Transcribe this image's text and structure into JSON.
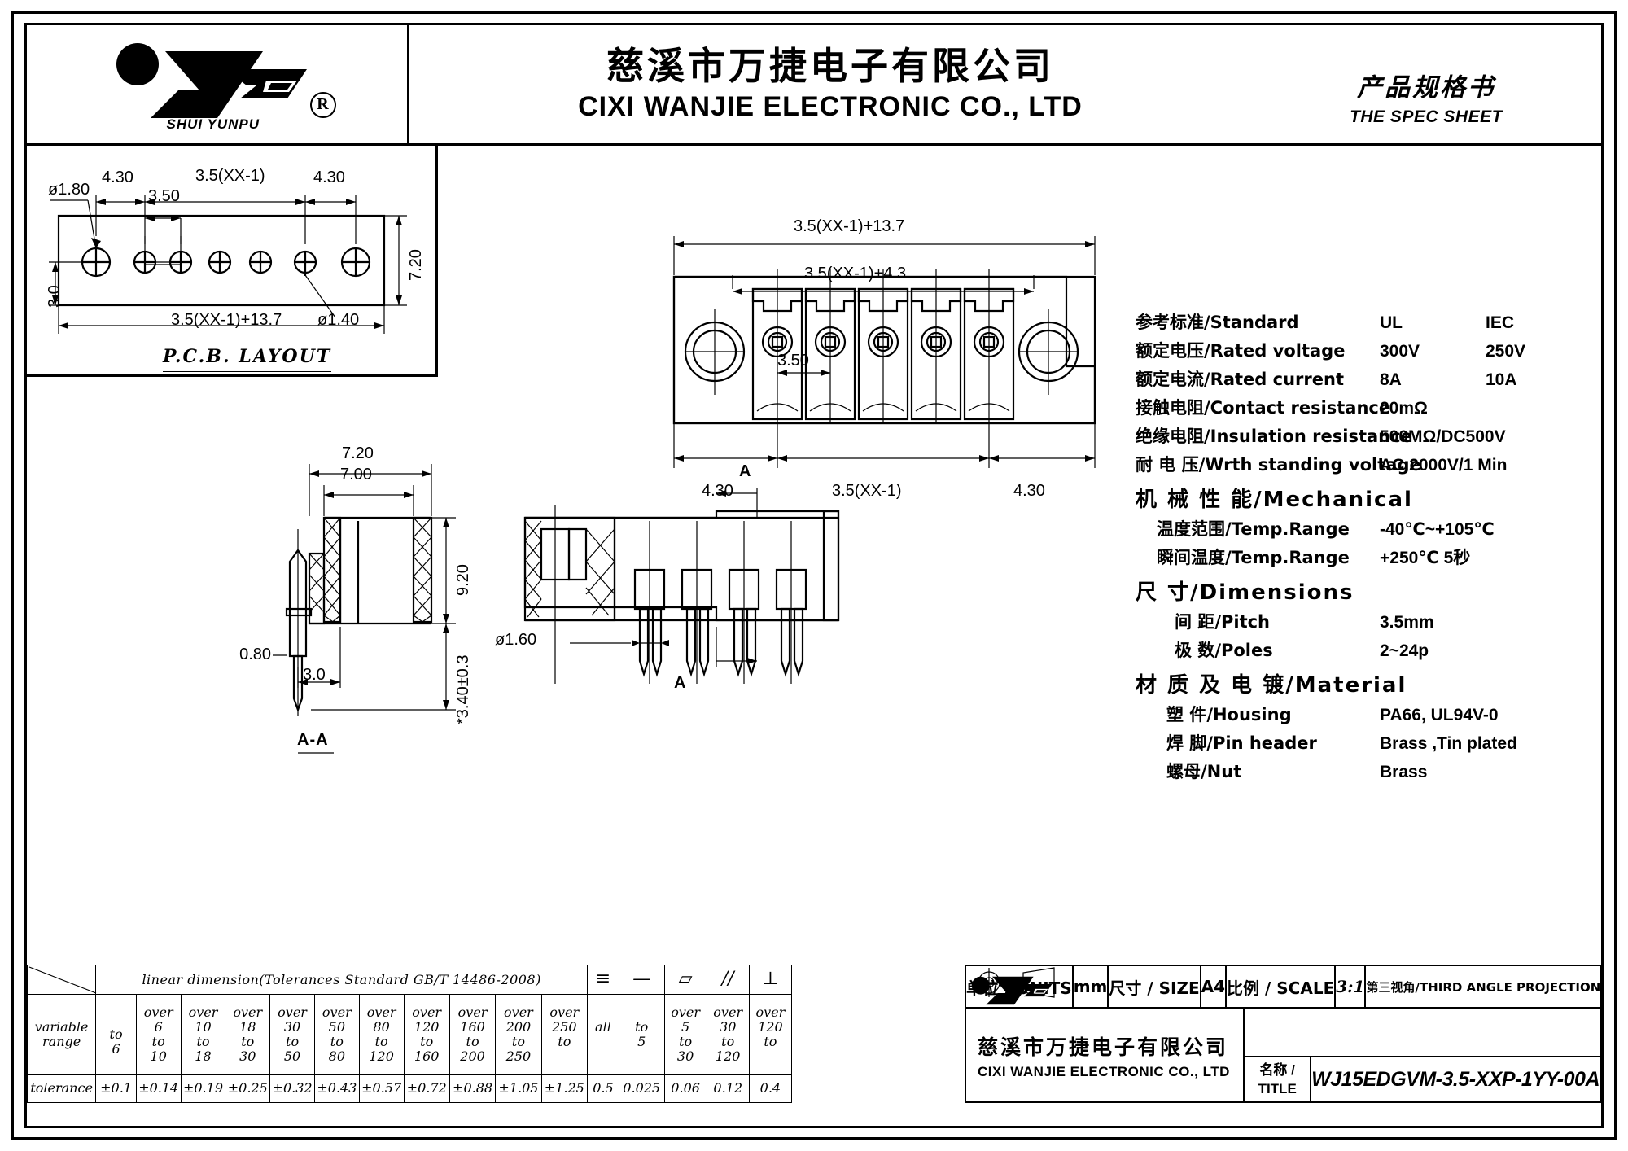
{
  "header": {
    "logo_text": "SHUI YUNPU",
    "logo_reg": "R",
    "company_cn": "慈溪市万捷电子有限公司",
    "company_en": "CIXI  WANJIE  ELECTRONIC CO., LTD",
    "doc_cn": "产品规格书",
    "doc_en": "THE SPEC SHEET"
  },
  "pcb_layout": {
    "caption": "P.C.B. LAYOUT",
    "dim_hole_large": "ø1.80",
    "dim_hole_small": "ø1.40",
    "dim_left_edge": "4.30",
    "dim_right_edge": "4.30",
    "dim_pitch": "3.50",
    "dim_span": "3.5(XX-1)",
    "dim_height": "7.20",
    "dim_row_offset": "3.0",
    "dim_total": "3.5(XX-1)+13.7"
  },
  "front_view": {
    "dim_total": "3.5(XX-1)+13.7",
    "dim_inner": "3.5(XX-1)+4.3",
    "dim_pitch": "3.50",
    "dim_left": "4.30",
    "dim_mid": "3.5(XX-1)",
    "dim_right": "4.30"
  },
  "section_view": {
    "label": "A-A",
    "dim_outer_width": "7.20",
    "dim_inner_width": "7.00",
    "dim_height": "9.20",
    "dim_pin_square": "□0.80",
    "dim_pin_offset": "3.0",
    "dim_pin_length": "*3.40±0.3"
  },
  "side_view": {
    "cut_label_top": "A",
    "cut_label_bottom": "A",
    "dim_hole": "ø1.60"
  },
  "specs": {
    "col1_header": "UL",
    "col2_header": "IEC",
    "rows": [
      {
        "label_cn": "参考标准",
        "label_en": "Standard",
        "v1": "UL",
        "v2": "IEC"
      },
      {
        "label_cn": "额定电压",
        "label_en": "Rated voltage",
        "v1": "300V",
        "v2": "250V"
      },
      {
        "label_cn": "额定电流",
        "label_en": "Rated current",
        "v1": "8A",
        "v2": "10A"
      },
      {
        "label_cn": "接触电阻",
        "label_en": "Contact resistance",
        "v1": "20mΩ",
        "v2": ""
      },
      {
        "label_cn": "绝缘电阻",
        "label_en": "Insulation resistance",
        "v1": "500MΩ/DC500V",
        "v2": ""
      },
      {
        "label_cn": "耐 电 压",
        "label_en": "Wrth standing voltage",
        "v1": "AC 2000V/1 Min",
        "v2": ""
      }
    ],
    "mechanical_heading_cn": "机 械 性 能",
    "mechanical_heading_en": "Mechanical",
    "mechanical_rows": [
      {
        "label_cn": "温度范围",
        "label_en": "Temp.Range",
        "value": "-40℃~+105℃"
      },
      {
        "label_cn": "瞬间温度",
        "label_en": "Temp.Range",
        "value": "+250℃   5秒"
      }
    ],
    "dimensions_heading_cn": "尺  寸",
    "dimensions_heading_en": "Dimensions",
    "dimensions_rows": [
      {
        "label_cn": "间 距",
        "label_en": "Pitch",
        "value": "3.5mm"
      },
      {
        "label_cn": "极 数",
        "label_en": "Poles",
        "value": "2~24p"
      }
    ],
    "material_heading_cn": "材 质 及 电 镀",
    "material_heading_en": "Material",
    "material_rows": [
      {
        "label_cn": "塑 件",
        "label_en": "Housing",
        "value": "PA66, UL94V-0"
      },
      {
        "label_cn": "焊 脚",
        "label_en": "Pin header",
        "value": "Brass ,Tin plated"
      },
      {
        "label_cn": "螺母",
        "label_en": "Nut",
        "value": "Brass"
      }
    ]
  },
  "tolerance_table": {
    "title": "linear  dimension(Tolerances  Standard  GB/T  14486-2008)",
    "row_label_1": "variable",
    "row_label_2": "range",
    "tolerance_label": "tolerance",
    "symbol_flatness": "≡",
    "symbol_straight": "—",
    "symbol_parallelogram": "▱",
    "symbol_parallel": "//",
    "symbol_perpendicular": "⊥",
    "ranges": [
      {
        "l1": "",
        "l2": "to",
        "l3": "6"
      },
      {
        "l1": "over",
        "l2": "6",
        "l3": "to",
        "l4": "10"
      },
      {
        "l1": "over",
        "l2": "10",
        "l3": "to",
        "l4": "18"
      },
      {
        "l1": "over",
        "l2": "18",
        "l3": "to",
        "l4": "30"
      },
      {
        "l1": "over",
        "l2": "30",
        "l3": "to",
        "l4": "50"
      },
      {
        "l1": "over",
        "l2": "50",
        "l3": "to",
        "l4": "80"
      },
      {
        "l1": "over",
        "l2": "80",
        "l3": "to",
        "l4": "120"
      },
      {
        "l1": "over",
        "l2": "120",
        "l3": "to",
        "l4": "160"
      },
      {
        "l1": "over",
        "l2": "160",
        "l3": "to",
        "l4": "200"
      },
      {
        "l1": "over",
        "l2": "200",
        "l3": "to",
        "l4": "250"
      },
      {
        "l1": "over",
        "l2": "250",
        "l3": "to",
        "l4": ""
      },
      {
        "l1": "",
        "l2": "all",
        "l3": "",
        "l4": ""
      },
      {
        "l1": "",
        "l2": "to",
        "l3": "5",
        "l4": ""
      },
      {
        "l1": "over",
        "l2": "5",
        "l3": "to",
        "l4": "30"
      },
      {
        "l1": "over",
        "l2": "30",
        "l3": "to",
        "l4": "120"
      },
      {
        "l1": "over",
        "l2": "120",
        "l3": "to",
        "l4": ""
      }
    ],
    "tolerances": [
      "±0.1",
      "±0.14",
      "±0.19",
      "±0.25",
      "±0.32",
      "±0.43",
      "±0.57",
      "±0.72",
      "±0.88",
      "±1.05",
      "±1.25",
      "0.5",
      "0.025",
      "0.06",
      "0.12",
      "0.4"
    ]
  },
  "title_block": {
    "units_label": "单位 / UNITS",
    "units_value": "mm",
    "size_label": "尺寸 / SIZE",
    "size_value": "A4",
    "scale_label": "比例 / SCALE",
    "scale_value": "3:1",
    "projection_label": "第三视角/THIRD ANGLE PROJECTION",
    "company_cn": "慈溪市万捷电子有限公司",
    "company_en": "CIXI  WANJIE  ELECTRONIC CO., LTD",
    "title_label_cn": "名称 /",
    "title_label_en": "TITLE",
    "title_value": "WJ15EDGVM-3.5-XXP-1YY-00A"
  }
}
